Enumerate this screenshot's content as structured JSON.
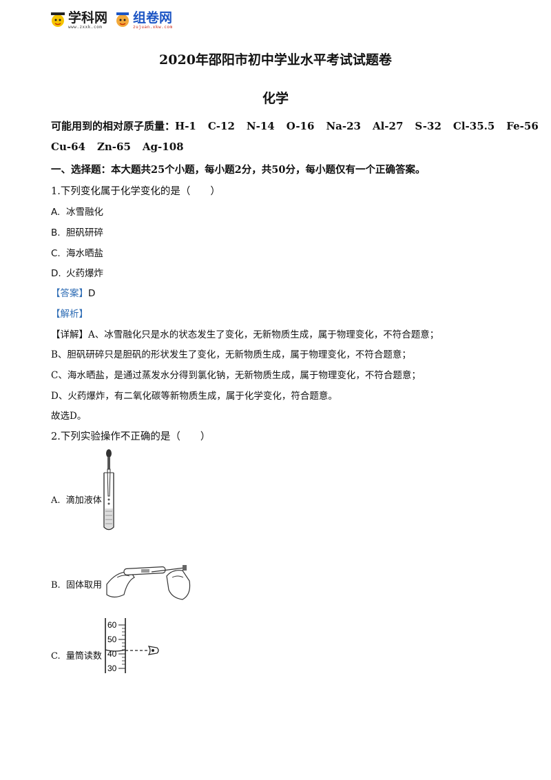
{
  "header": {
    "logo1": {
      "name": "学科网",
      "url_text": "www.zxxk.com"
    },
    "logo2": {
      "name": "组卷网",
      "url_text": "zujuan.xkw.com"
    }
  },
  "document": {
    "title": "2020年邵阳市初中学业水平考试试题卷",
    "subject": "化学",
    "atomic_masses_label": "可能用到的相对原子质量：",
    "atomic_masses_line1": [
      "H-1",
      "C-12",
      "N-14",
      "O-16",
      "Na-23",
      "Al-27",
      "S-32",
      "Cl-35.5",
      "Fe-56"
    ],
    "atomic_masses_line2": [
      "Cu-64",
      "Zn-65",
      "Ag-108"
    ],
    "section_heading": "一、选择题：本大题共25个小题，每小题2分，共50分，每小题仅有一个正确答案。",
    "q1": {
      "stem": "1.下列变化属于化学变化的是（　　）",
      "options": [
        {
          "label": "A.",
          "text": "冰雪融化"
        },
        {
          "label": "B.",
          "text": "胆矾研碎"
        },
        {
          "label": "C.",
          "text": "海水晒盐"
        },
        {
          "label": "D.",
          "text": "火药爆炸"
        }
      ],
      "answer_tag": "【答案】",
      "answer": "D",
      "analysis_tag": "【解析】",
      "detail_tag": "【详解】",
      "explanations": [
        "A、冰雪融化只是水的状态发生了变化，无新物质生成，属于物理变化，不符合题意；",
        "B、胆矾研碎只是胆矾的形状发生了变化，无新物质生成，属于物理变化，不符合题意；",
        "C、海水晒盐，是通过蒸发水分得到氯化钠，无新物质生成，属于物理变化，不符合题意；",
        "D、火药爆炸，有二氧化碳等新物质生成，属于化学变化，符合题意。"
      ],
      "conclusion": "故选D。"
    },
    "q2": {
      "stem": "2.下列实验操作不正确的是（　　）",
      "options": [
        {
          "label": "A.",
          "text": "滴加液体"
        },
        {
          "label": "B.",
          "text": "固体取用"
        },
        {
          "label": "C.",
          "text": "量筒读数"
        }
      ],
      "cylinder_ticks": [
        "60",
        "50",
        "40",
        "30"
      ]
    }
  }
}
